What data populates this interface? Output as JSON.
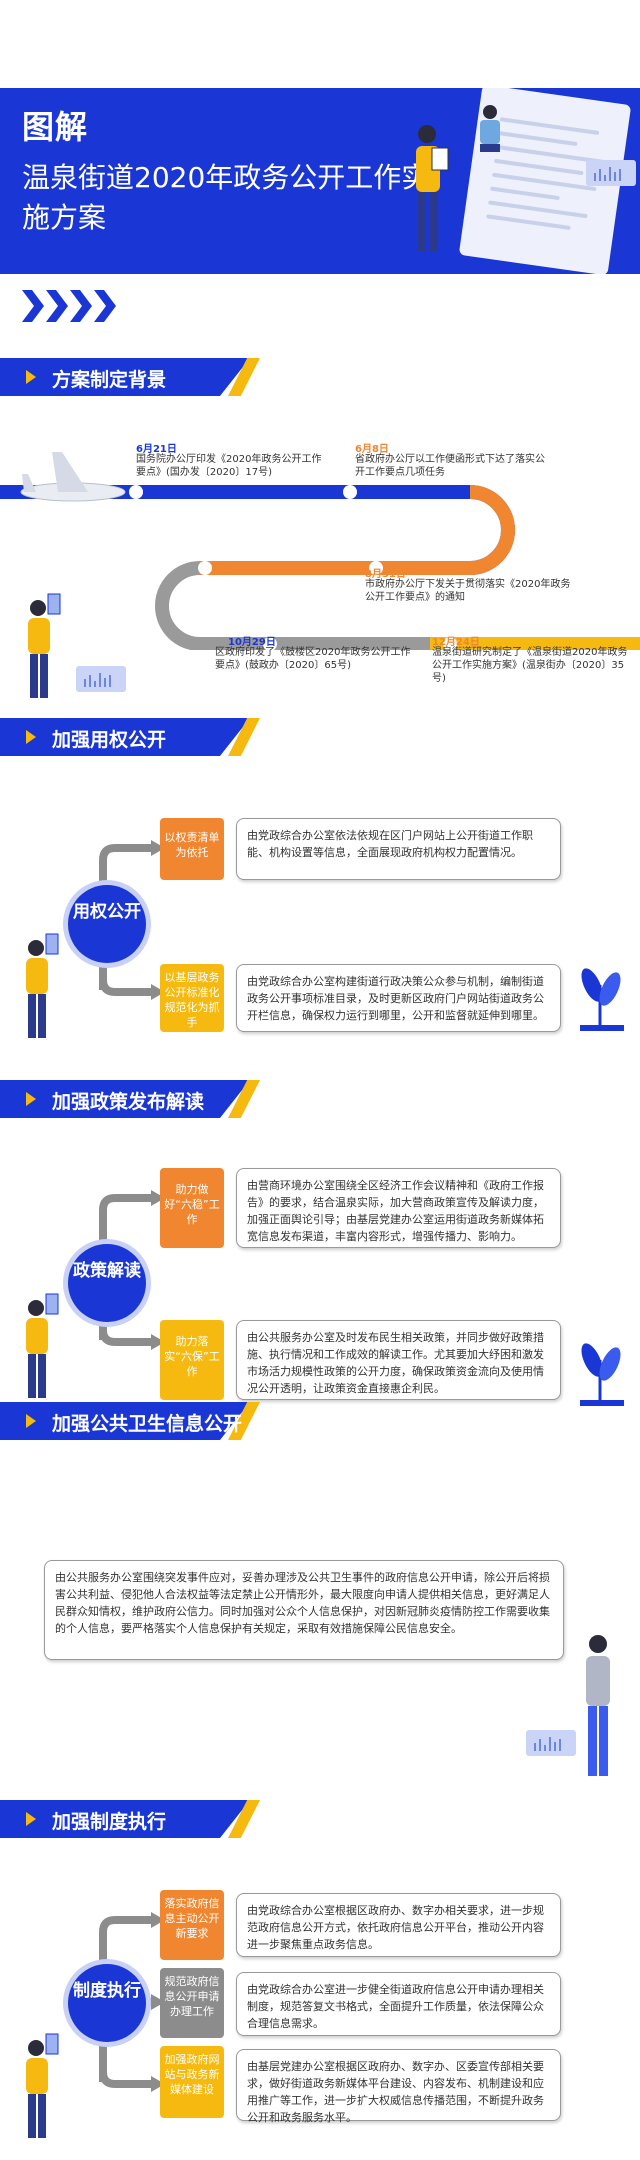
{
  "hero": {
    "title": "图解",
    "subtitle": "温泉街道2020年政务公开工作实施方案"
  },
  "sections": {
    "background": "方案制定背景",
    "power": "加强用权公开",
    "policy": "加强政策发布解读",
    "health": "加强公共卫生信息公开",
    "system": "加强制度执行"
  },
  "timeline": [
    {
      "date": "6月21日",
      "text": "国务院办公厅印发《2020年政务公开工作要点》(国办发〔2020〕17号)"
    },
    {
      "date": "6月8日",
      "text": "省政府办公厅以工作便函形式下达了落实公开工作要点几项任务"
    },
    {
      "date": "8月31日",
      "text": "市政府办公厅下发关于贯彻落实《2020年政务公开工作要点》的通知"
    },
    {
      "date": "10月29日",
      "text": "区政府印发了《鼓楼区2020年政务公开工作要点》(鼓政办〔2020〕65号)"
    },
    {
      "date": "12月24日",
      "text": "温泉街道研究制定了《温泉街道2020年政务公开工作实施方案》(温泉街办〔2020〕35号)"
    }
  ],
  "power": {
    "circle": "用权公开",
    "items": [
      {
        "tag": "以权责清单为依托",
        "text": "由党政综合办公室依法依规在区门户网站上公开街道工作职能、机构设置等信息，全面展现政府机构权力配置情况。"
      },
      {
        "tag": "以基层政务公开标准化规范化为抓手",
        "text": "由党政综合办公室构建街道行政决策公众参与机制，编制街道政务公开事项标准目录，及时更新区政府门户网站街道政务公开栏信息，确保权力运行到哪里，公开和监督就延伸到哪里。"
      }
    ]
  },
  "policy": {
    "circle": "政策解读",
    "items": [
      {
        "tag": "助力做好“六稳”工作",
        "text": "由营商环境办公室围绕全区经济工作会议精神和《政府工作报告》的要求，结合温泉实际，加大营商政策宣传及解读力度，加强正面舆论引导；由基层党建办公室运用街道政务新媒体拓宽信息发布渠道，丰富内容形式，增强传播力、影响力。"
      },
      {
        "tag": "助力落实“六保”工作",
        "text": "由公共服务办公室及时发布民生相关政策，并同步做好政策措施、执行情况和工作成效的解读工作。尤其要加大纾困和激发市场活力规模性政策的公开力度，确保政策资金流向及使用情况公开透明，让政策资金直接惠企利民。"
      }
    ]
  },
  "health": {
    "text": "由公共服务办公室围绕突发事件应对，妥善办理涉及公共卫生事件的政府信息公开申请，除公开后将损害公共利益、侵犯他人合法权益等法定禁止公开情形外，最大限度向申请人提供相关信息，更好满足人民群众知情权，维护政府公信力。同时加强对公众个人信息保护，对因新冠肺炎疫情防控工作需要收集的个人信息，要严格落实个人信息保护有关规定，采取有效措施保障公民信息安全。"
  },
  "system": {
    "circle": "制度执行",
    "items": [
      {
        "tag": "落实政府信息主动公开新要求",
        "text": "由党政综合办公室根据区政府办、数字办相关要求，进一步规范政府信息公开方式，依托政府信息公开平台，推动公开内容进一步聚焦重点政务信息。"
      },
      {
        "tag": "规范政府信息公开申请办理工作",
        "text": "由党政综合办公室进一步健全街道政府信息公开申请办理相关制度，规范答复文书格式，全面提升工作质量，依法保障公众合理信息需求。"
      },
      {
        "tag": "加强政府网站与政务新媒体建设",
        "text": "由基层党建办公室根据区政府办、数字办、区委宣传部相关要求，做好街道政务新媒体平台建设、内容发布、机制建设和应用推广等工作，进一步扩大权威信息传播范围，不断提升政务公开和政务服务水平。"
      }
    ]
  },
  "colors": {
    "blue": "#1a37d6",
    "orange": "#f0862f",
    "gold": "#f5b90f",
    "gray": "#8c8c8c"
  }
}
